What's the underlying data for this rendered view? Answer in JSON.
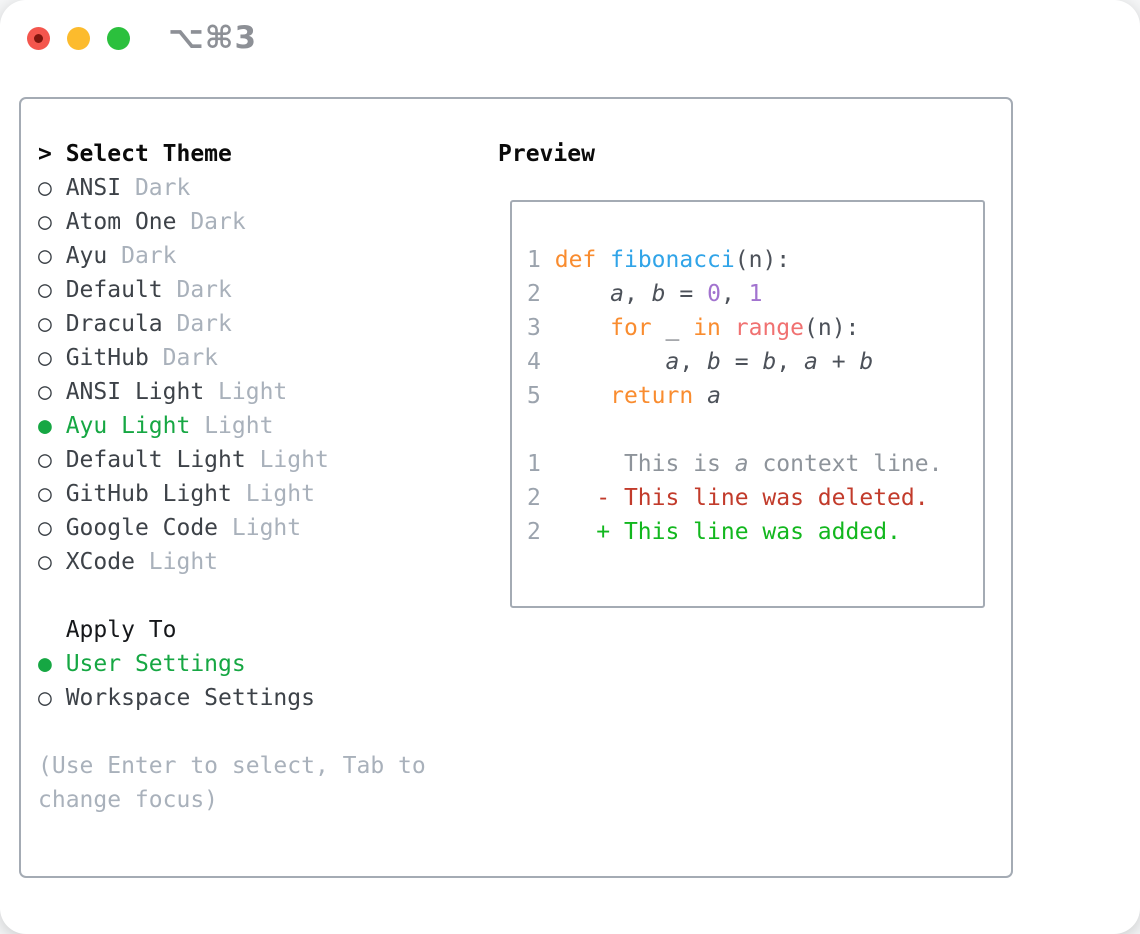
{
  "window": {
    "title": "⌥⌘3"
  },
  "theme_picker": {
    "prompt": "> ",
    "title": "Select Theme",
    "radio_unselected_icon": "○ ",
    "radio_selected_icon": "● ",
    "themes": [
      {
        "name": "ANSI",
        "variant": "Dark",
        "selected": false
      },
      {
        "name": "Atom One",
        "variant": "Dark",
        "selected": false
      },
      {
        "name": "Ayu",
        "variant": "Dark",
        "selected": false
      },
      {
        "name": "Default",
        "variant": "Dark",
        "selected": false
      },
      {
        "name": "Dracula",
        "variant": "Dark",
        "selected": false
      },
      {
        "name": "GitHub",
        "variant": "Dark",
        "selected": false
      },
      {
        "name": "ANSI Light",
        "variant": "Light",
        "selected": false
      },
      {
        "name": "Ayu Light",
        "variant": "Light",
        "selected": true
      },
      {
        "name": "Default Light",
        "variant": "Light",
        "selected": false
      },
      {
        "name": "GitHub Light",
        "variant": "Light",
        "selected": false
      },
      {
        "name": "Google Code",
        "variant": "Light",
        "selected": false
      },
      {
        "name": "XCode",
        "variant": "Light",
        "selected": false
      }
    ],
    "apply_to": {
      "title": "Apply To",
      "options": [
        {
          "label": "User Settings",
          "selected": true
        },
        {
          "label": "Workspace Settings",
          "selected": false
        }
      ]
    },
    "hint_lines": [
      "(Use Enter to select, Tab to",
      "change focus)"
    ]
  },
  "preview": {
    "title": "Preview",
    "code_lines": [
      {
        "num": "1",
        "tokens": [
          [
            " ",
            "txt"
          ],
          [
            "def",
            "kw"
          ],
          [
            " ",
            "txt"
          ],
          [
            "fibonacci",
            "fn"
          ],
          [
            "(n):",
            "txt"
          ]
        ]
      },
      {
        "num": "2",
        "tokens": [
          [
            "     ",
            "txt"
          ],
          [
            "a",
            "var"
          ],
          [
            ", ",
            "txt"
          ],
          [
            "b",
            "var"
          ],
          [
            " = ",
            "txt"
          ],
          [
            "0",
            "num"
          ],
          [
            ", ",
            "txt"
          ],
          [
            "1",
            "num"
          ]
        ]
      },
      {
        "num": "3",
        "tokens": [
          [
            "     ",
            "txt"
          ],
          [
            "for",
            "kw"
          ],
          [
            " _ ",
            "txt"
          ],
          [
            "in",
            "kw"
          ],
          [
            " ",
            "txt"
          ],
          [
            "range",
            "call"
          ],
          [
            "(n):",
            "txt"
          ]
        ]
      },
      {
        "num": "4",
        "tokens": [
          [
            "         ",
            "txt"
          ],
          [
            "a",
            "var"
          ],
          [
            ", ",
            "txt"
          ],
          [
            "b",
            "var"
          ],
          [
            " = ",
            "txt"
          ],
          [
            "b",
            "var"
          ],
          [
            ", ",
            "txt"
          ],
          [
            "a",
            "var"
          ],
          [
            " + ",
            "txt"
          ],
          [
            "b",
            "var"
          ]
        ]
      },
      {
        "num": "5",
        "tokens": [
          [
            "     ",
            "txt"
          ],
          [
            "return",
            "kw"
          ],
          [
            " ",
            "txt"
          ],
          [
            "a",
            "var"
          ]
        ]
      },
      {
        "num": "",
        "tokens": []
      },
      {
        "num": "1",
        "tokens": [
          [
            "      ",
            "ctx"
          ],
          [
            "This is ",
            "ctx"
          ],
          [
            "a",
            "ctxv"
          ],
          [
            " context line.",
            "ctx"
          ]
        ]
      },
      {
        "num": "2",
        "tokens": [
          [
            "    ",
            "txt"
          ],
          [
            "- This line was deleted.",
            "del"
          ]
        ]
      },
      {
        "num": "2",
        "tokens": [
          [
            "    ",
            "txt"
          ],
          [
            "+ This line was added.",
            "add"
          ]
        ]
      }
    ]
  },
  "colors": {
    "accent_green": "#16a743",
    "added_green": "#12b71e",
    "deleted_red": "#c23b2b",
    "keyword_orange": "#f98c2f",
    "function_blue": "#30a4e8",
    "call_coral": "#f07171",
    "number_purple": "#a273cf",
    "code_text": "#4c5159",
    "muted_gray": "#a9b1bb",
    "line_number_gray": "#9ba3ad",
    "border_gray": "#a4abb4",
    "titlebar_text_gray": "#8d9096",
    "traffic_red": "#f4564d",
    "traffic_yellow": "#fcbb2d",
    "traffic_green": "#2bc03d"
  }
}
